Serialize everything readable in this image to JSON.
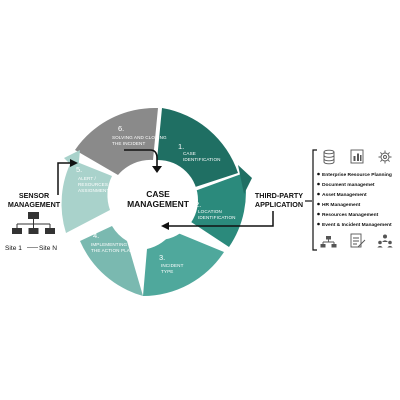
{
  "center": {
    "line1": "CASE",
    "line2": "MANAGEMENT"
  },
  "cycle": [
    {
      "num": "1.",
      "lines": [
        "CASE",
        "IDENTIFICATION"
      ],
      "color": "#1f6f63"
    },
    {
      "num": "2.",
      "lines": [
        "LOCATION",
        "IDENTIFICATION"
      ],
      "color": "#2b8a7c"
    },
    {
      "num": "3.",
      "lines": [
        "INCIDENT",
        "TYPE"
      ],
      "color": "#4fa89c"
    },
    {
      "num": "4.",
      "lines": [
        "IMPLEMENTING",
        "THE ACTION PLAN"
      ],
      "color": "#7ab9b0"
    },
    {
      "num": "5.",
      "lines": [
        "ALERT /",
        "RESOURCES",
        "ASSIGNMENT"
      ],
      "color": "#a9d2cb"
    },
    {
      "num": "6.",
      "lines": [
        "SOLVING AND CLOSING",
        "THE INCIDENT"
      ],
      "color": "#8a8a8a"
    }
  ],
  "sensor": {
    "title_line1": "SENSOR",
    "title_line2": "MANAGEMENT",
    "site_start": "Site 1",
    "site_end": "Site N"
  },
  "third_party": {
    "title_line1": "THIRD-PARTY",
    "title_line2": "APPLICATION",
    "items": [
      "Enterprise Resource Planning",
      "Document managemet",
      "Asset Management",
      "HR Management",
      "Resources Management",
      "Event & Incident Management"
    ]
  },
  "icons": [
    "database-icon",
    "chart-report-icon",
    "gear-icon",
    "hierarchy-icon",
    "document-edit-icon",
    "team-icon"
  ]
}
